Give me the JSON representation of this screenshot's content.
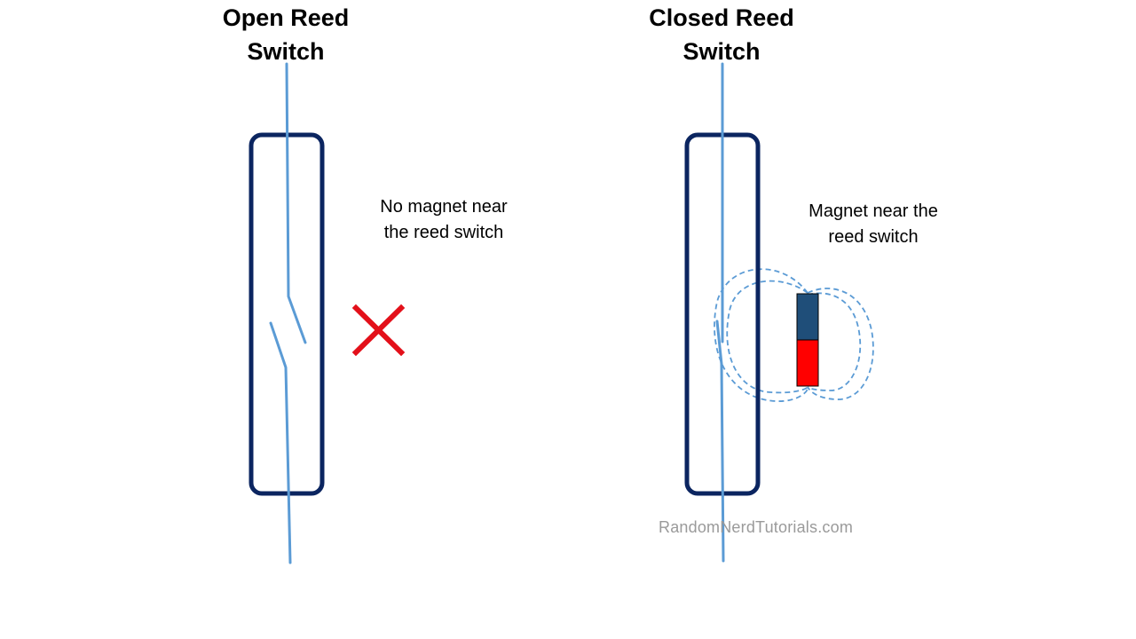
{
  "open_switch": {
    "title_line1": "Open Reed",
    "title_line2": "Switch",
    "caption_line1": "No magnet near",
    "caption_line2": "the reed switch"
  },
  "closed_switch": {
    "title_line1": "Closed Reed",
    "title_line2": "Switch",
    "caption_line1": "Magnet near the",
    "caption_line2": "reed switch"
  },
  "watermark": "RandomNerdTutorials.com",
  "colors": {
    "enclosure": "#0b2560",
    "reed_wire": "#5b9bd5",
    "x_mark": "#e3101a",
    "magnet_north": "#1f4e79",
    "magnet_south": "#ff0000",
    "field_lines": "#5b9bd5",
    "watermark": "#9a9a9a"
  },
  "icons": {
    "no_magnet": "x-mark-icon"
  }
}
